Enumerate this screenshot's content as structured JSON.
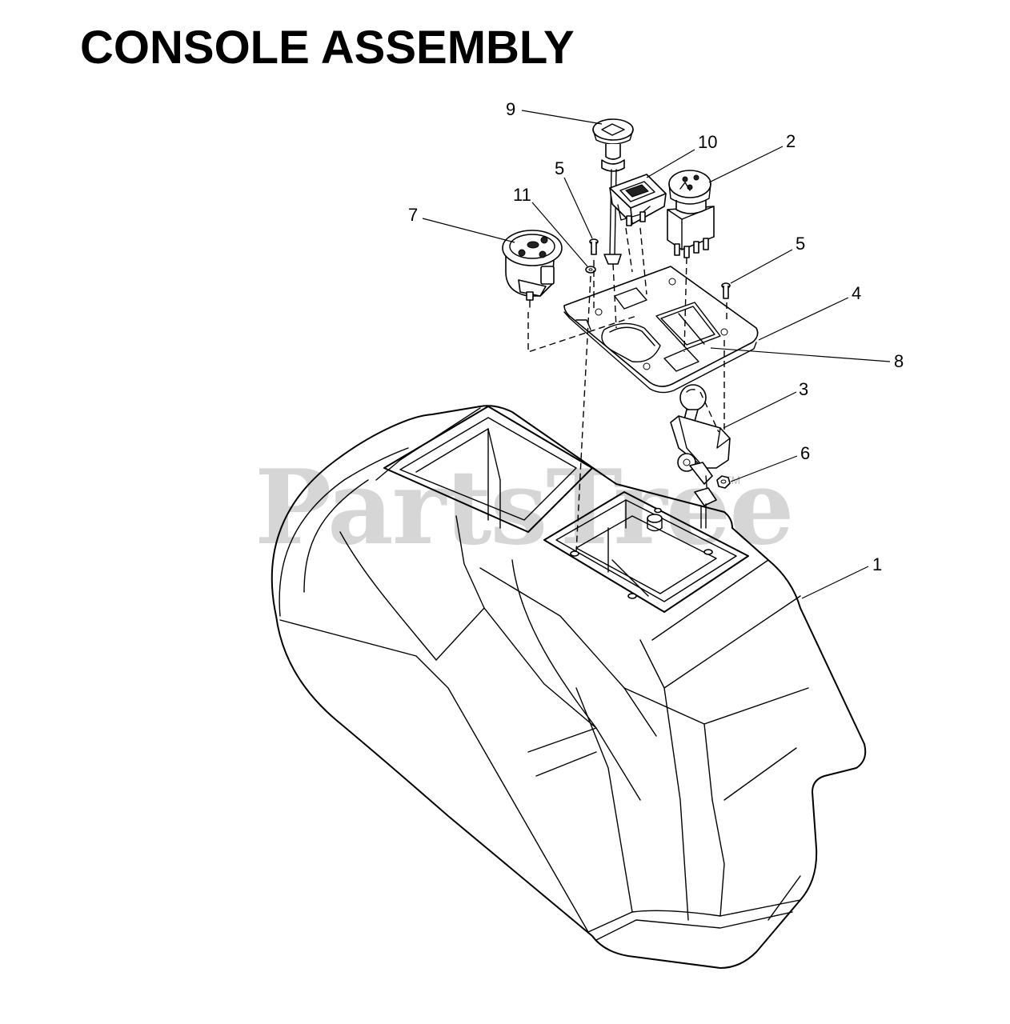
{
  "title": "CONSOLE ASSEMBLY",
  "watermark": "PartsTree",
  "watermark_tm": "TM",
  "callouts": [
    "1",
    "2",
    "3",
    "4",
    "5",
    "5",
    "6",
    "7",
    "8",
    "9",
    "10",
    "11"
  ]
}
